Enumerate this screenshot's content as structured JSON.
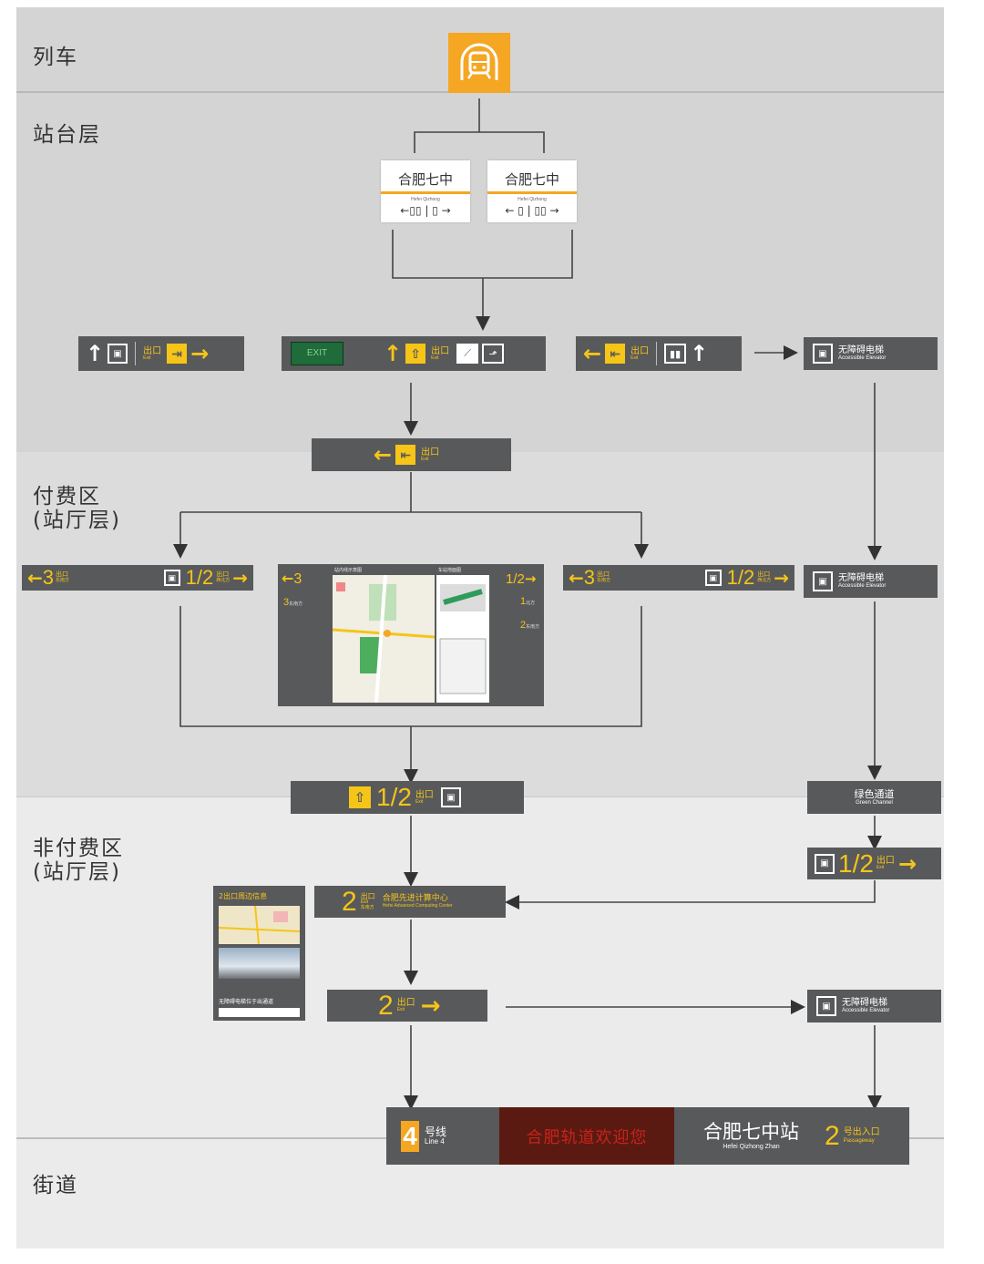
{
  "zones": {
    "train": "列车",
    "platform": "站台层",
    "paid_line1": "付费区",
    "paid_line2": "(站厅层)",
    "unpaid_line1": "非付费区",
    "unpaid_line2": "(站厅层)",
    "street": "街道"
  },
  "colors": {
    "band_dark": "#d4d4d4",
    "band_mid": "#dcdcdc",
    "band_light": "#ebebeb",
    "sign_bg": "#58595b",
    "accent": "#f5c518",
    "train_icon_bg": "#f5a623",
    "welcome_bg": "#5a1a12",
    "welcome_text": "#c8221a",
    "exit_green": "#1f6b3a"
  },
  "icons": [
    "metro-train-icon",
    "elevator-icon",
    "exit-icon",
    "restroom-icon",
    "escalator-icon",
    "stairs-icon",
    "arrow-icon"
  ],
  "station_boards": [
    {
      "name": "合肥七中",
      "pinyin": "Hefei Qizhong"
    },
    {
      "name": "合肥七中",
      "pinyin": "Hefei Qizhong"
    }
  ],
  "common": {
    "exit_zh": "出口",
    "exit_en": "Exit",
    "elevator_zh": "无障碍电梯",
    "elevator_en": "Accessible Elevator",
    "green_zh": "绿色通道",
    "green_en": "Green Channel",
    "exit_12": "1/2",
    "exit_3": "3",
    "exit_2": "2",
    "exit_1": "1",
    "dir_3": "东南方",
    "dir_12": "西北方",
    "dir_1": "北方",
    "dir_2": "东南方",
    "exit2_dir": "东南方",
    "exit2_dest": "合肥先进计算中心",
    "exit2_dest_en": "Hefei Advanced Computing Center",
    "greenbox_text": "EXIT"
  },
  "map_panel": {
    "title": "站内线示意图",
    "subtitle": "车站地面图"
  },
  "poster": {
    "title": "2出口周边信息",
    "footer": "无障碍电梯位于出通道"
  },
  "entrance": {
    "line_num": "4",
    "line_zh": "号线",
    "line_en": "Line 4",
    "welcome": "合肥轨道欢迎您",
    "station_zh": "合肥七中站",
    "station_en": "Hefei Qizhong Zhan",
    "entrance_num": "2",
    "entrance_zh": "号出入口",
    "entrance_en": "Passageway"
  }
}
